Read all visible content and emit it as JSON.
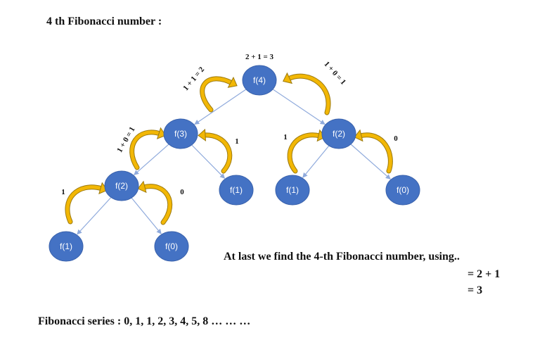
{
  "title": "4 th Fibonacci number :",
  "conclusion": {
    "line1": "At last we find the 4-th Fibonacci number, using..",
    "line2": "=  2 + 1",
    "line3": "= 3"
  },
  "series": "Fibonacci series : 0, 1, 1, 2, 3, 4, 5, 8 … … …",
  "colors": {
    "node": "#4472C4",
    "edge": "#8FAADC",
    "arrow": "#F2B705",
    "arrow_stroke": "#9C7A0F"
  },
  "tree": {
    "nodes": [
      {
        "id": "n-f4",
        "label": "f(4)"
      },
      {
        "id": "n-f3",
        "label": "f(3)"
      },
      {
        "id": "n-f2-right",
        "label": "f(2)"
      },
      {
        "id": "n-f2-left",
        "label": "f(2)"
      },
      {
        "id": "n-f1-mid",
        "label": "f(1)"
      },
      {
        "id": "n-f1-right",
        "label": "f(1)"
      },
      {
        "id": "n-f0-right",
        "label": "f(0)"
      },
      {
        "id": "n-f1-bottom",
        "label": "f(1)"
      },
      {
        "id": "n-f0-bottom",
        "label": "f(0)"
      }
    ],
    "edges": [
      [
        "n-f4",
        "n-f3"
      ],
      [
        "n-f4",
        "n-f2-right"
      ],
      [
        "n-f3",
        "n-f2-left"
      ],
      [
        "n-f3",
        "n-f1-mid"
      ],
      [
        "n-f2-right",
        "n-f1-right"
      ],
      [
        "n-f2-right",
        "n-f0-right"
      ],
      [
        "n-f2-left",
        "n-f1-bottom"
      ],
      [
        "n-f2-left",
        "n-f0-bottom"
      ]
    ],
    "annotations": [
      {
        "id": "ann-f4-sum",
        "text": "2 + 1 = 3"
      },
      {
        "id": "ann-f3-return",
        "text": "1 + 1 = 2"
      },
      {
        "id": "ann-f2r-return",
        "text": "1 + 0 = 1"
      },
      {
        "id": "ann-f2l-return",
        "text": "1 + 0 = 1"
      },
      {
        "id": "ann-f1-mid",
        "text": "1"
      },
      {
        "id": "ann-f1-right",
        "text": "1"
      },
      {
        "id": "ann-f0-right",
        "text": "0"
      },
      {
        "id": "ann-f1-bottom",
        "text": "1"
      },
      {
        "id": "ann-f0-bottom",
        "text": "0"
      }
    ]
  }
}
